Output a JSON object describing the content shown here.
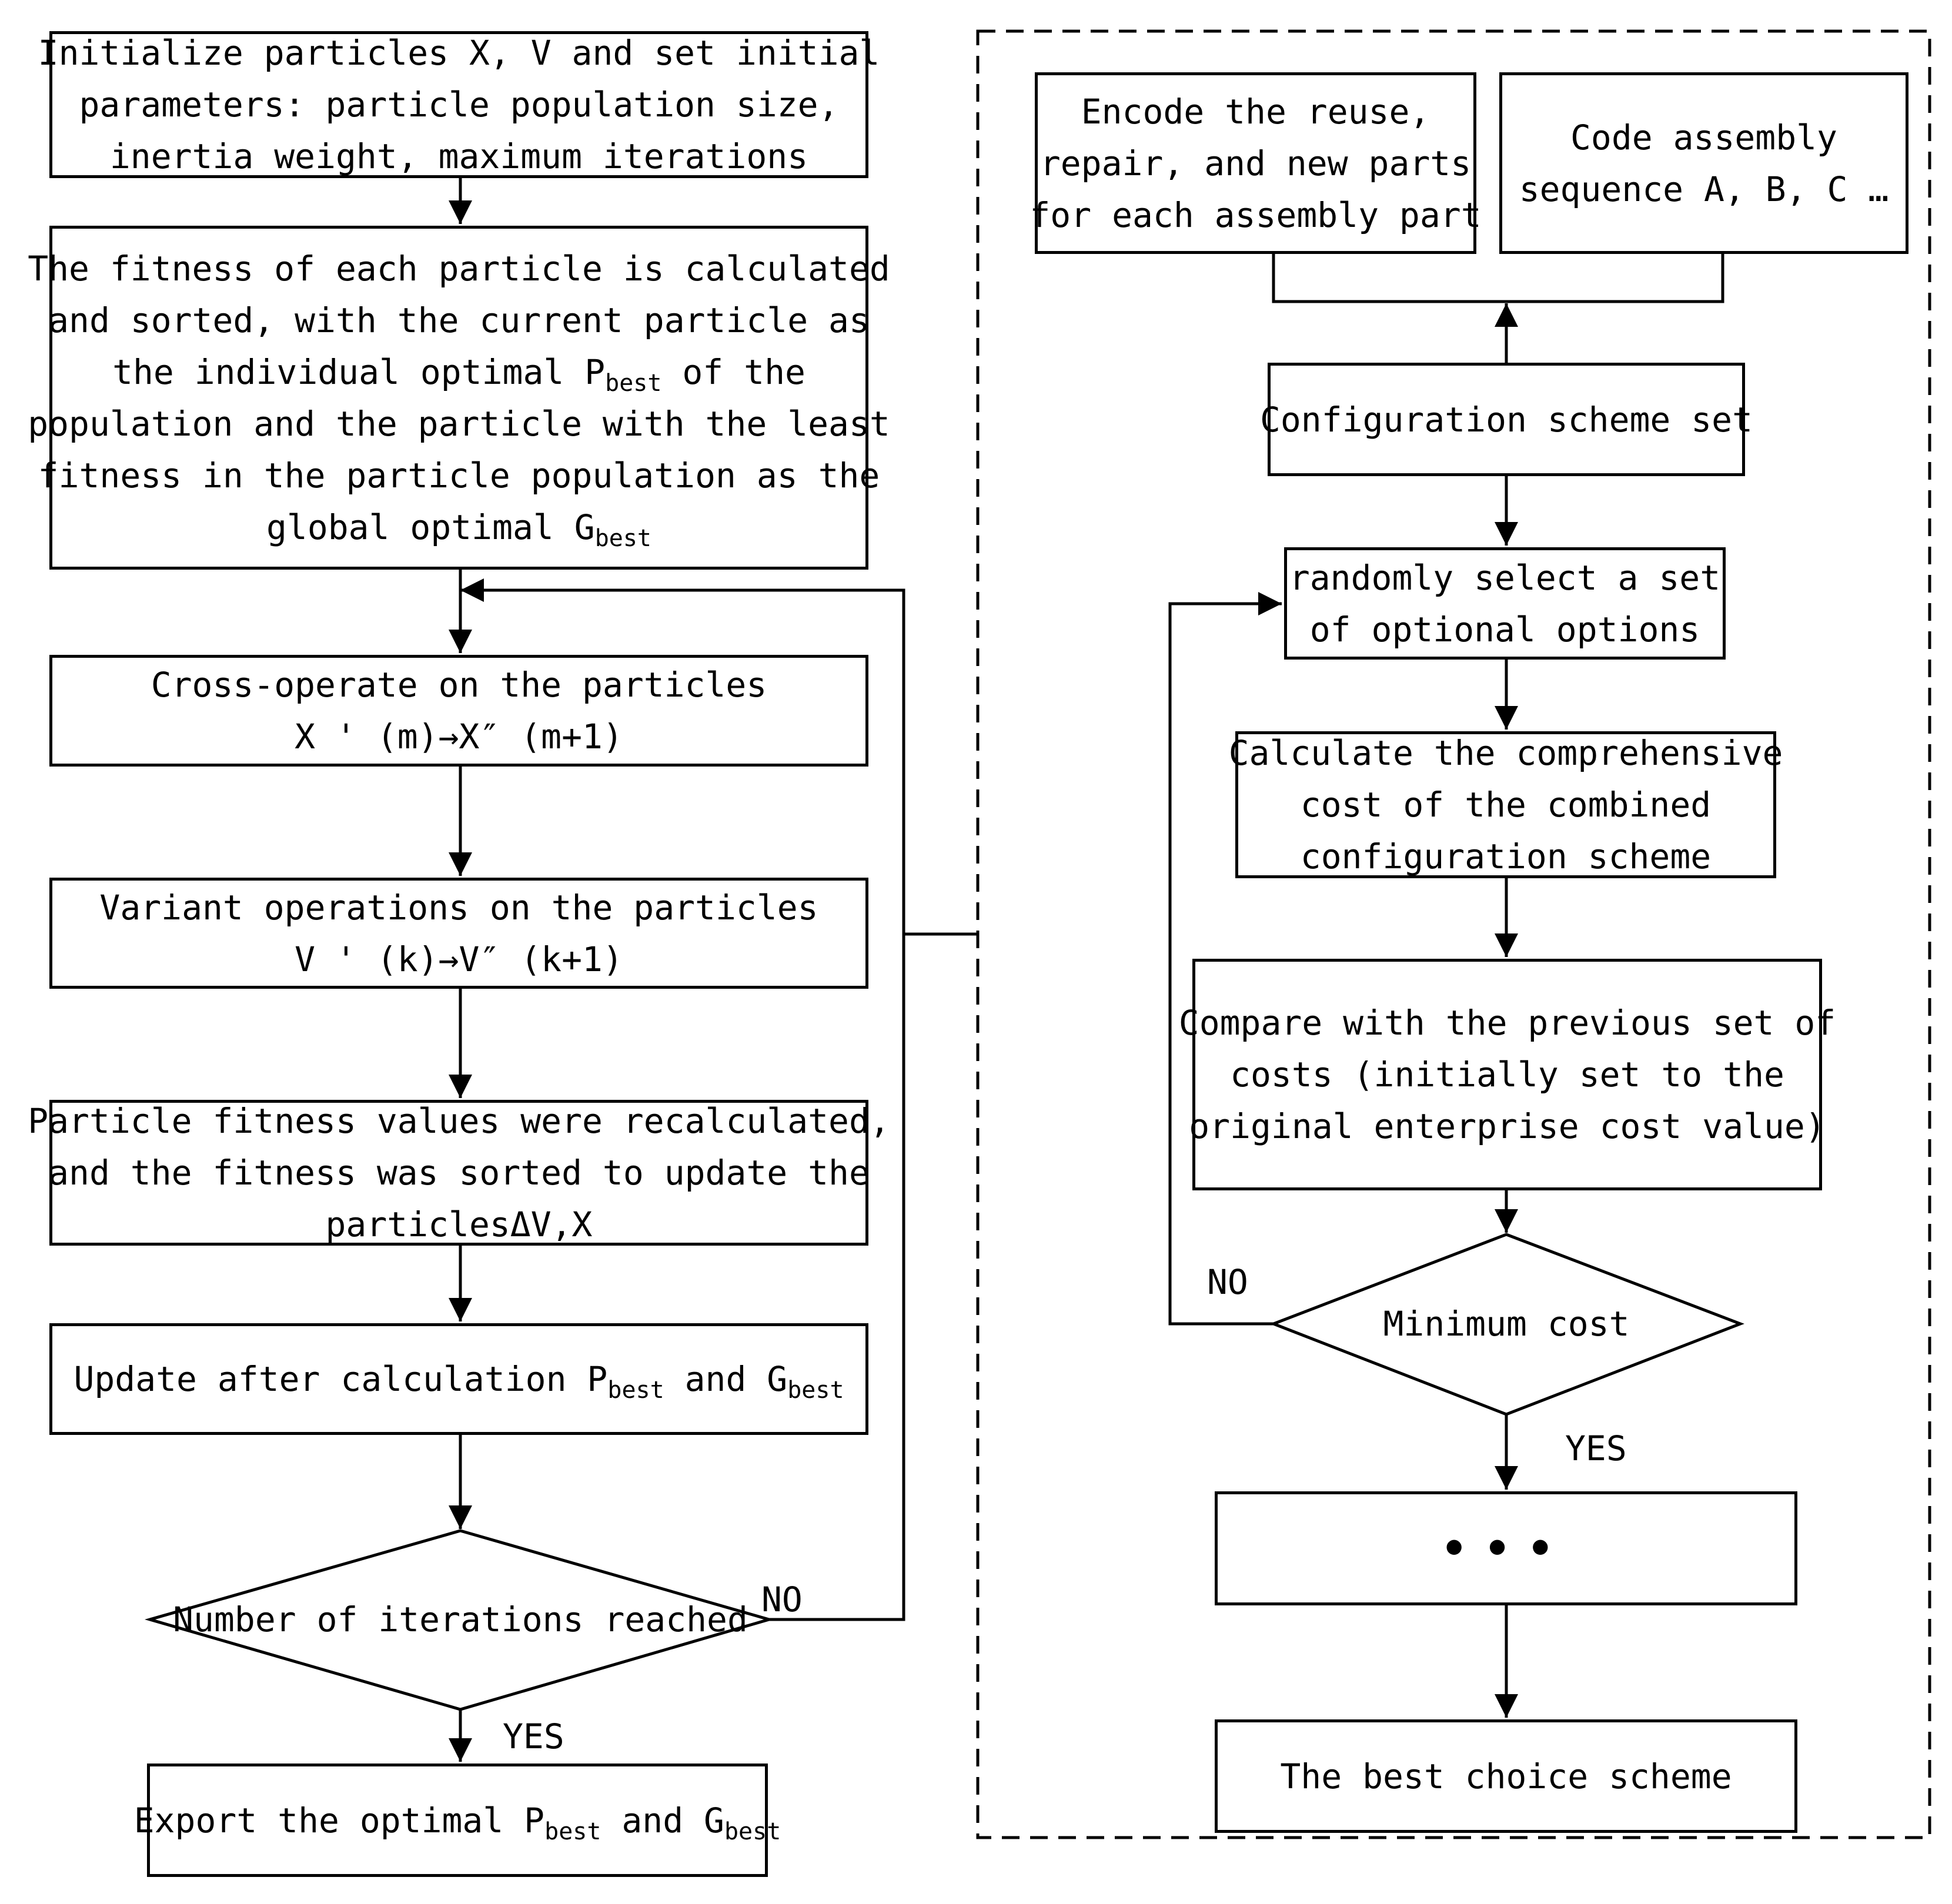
{
  "left_flow": {
    "init": {
      "line1": "Initialize particles X, V and set initial",
      "line2": "parameters: particle population size,",
      "line3": "inertia weight, maximum iterations"
    },
    "fitness": {
      "line1": "The fitness of each particle is calculated",
      "line2": "and sorted, with the current particle as",
      "line3_pre": "the individual optimal P",
      "line3_sub": "best",
      "line3_post": " of the",
      "line4": "population and the particle with the least",
      "line5": "fitness in the particle population as the",
      "line6_pre": "global optimal G",
      "line6_sub": "best"
    },
    "cross": {
      "line1": "Cross-operate on the particles",
      "line2": "X ' (m)→X″ (m+1)"
    },
    "variant": {
      "line1": "Variant operations on the particles",
      "line2": "V ' (k)→V″ (k+1)"
    },
    "recalc": {
      "line1": "Particle fitness values were recalculated,",
      "line2": "and the fitness was sorted to update the",
      "line3": "particlesΔV,X"
    },
    "update": {
      "pre": "Update after calculation P",
      "sub1": "best",
      "mid": " and G",
      "sub2": "best"
    },
    "decision": "Number of iterations reached",
    "no_label": "NO",
    "yes_label": "YES",
    "export": {
      "pre": "Export the optimal P",
      "sub1": "best",
      "mid": " and G",
      "sub2": "best"
    }
  },
  "right_flow": {
    "encode": {
      "line1": "Encode the reuse,",
      "line2": "repair, and new parts",
      "line3": "for each assembly part"
    },
    "code_seq": {
      "line1": "Code assembly",
      "line2": "sequence A, B, C …"
    },
    "config_set": "Configuration scheme set",
    "random_select": {
      "line1": "randomly select a set",
      "line2": "of optional options"
    },
    "calc_cost": {
      "line1": "Calculate the comprehensive",
      "line2": "cost of the combined",
      "line3": "configuration scheme"
    },
    "compare": {
      "line1": "Compare with the previous set of",
      "line2": "costs (initially set to the",
      "line3": "original enterprise cost value)"
    },
    "decision": "Minimum cost",
    "no_label": "NO",
    "yes_label": "YES",
    "ellipsis": "•••",
    "best": "The best choice scheme"
  }
}
